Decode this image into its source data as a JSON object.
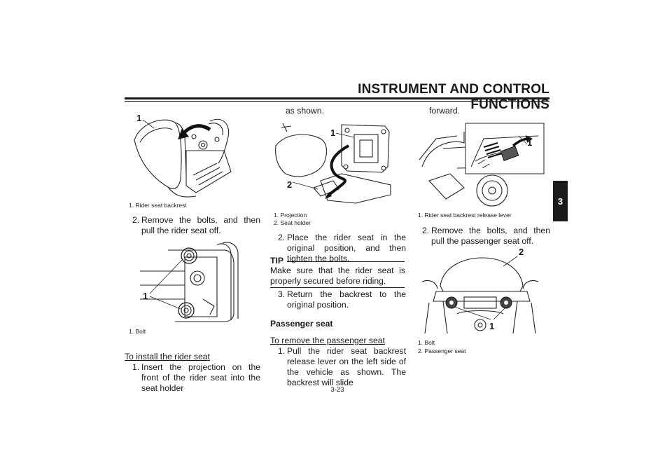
{
  "header": {
    "title": "INSTRUMENT AND CONTROL FUNCTIONS"
  },
  "side_tab": {
    "label": "3"
  },
  "figures": {
    "fig1": {
      "callouts": [
        "1"
      ],
      "caption": "1. Rider seat backrest"
    },
    "fig2": {
      "callouts": [
        "1"
      ],
      "caption": "1. Bolt"
    },
    "fig3": {
      "callouts": [
        "1",
        "2"
      ],
      "captions": [
        "1. Projection",
        "2. Seat holder"
      ]
    },
    "fig4": {
      "callouts": [
        "1"
      ],
      "caption": "1. Rider seat backrest release lever"
    },
    "fig5": {
      "callouts": [
        "2",
        "1"
      ],
      "captions": [
        "1. Bolt",
        "2. Passenger seat"
      ]
    }
  },
  "col1": {
    "step2_num": "2.",
    "step2_text": "Remove the bolts, and then pull the rider seat off.",
    "install_heading": "To install the rider seat",
    "step1_num": "1.",
    "step1_text": "Insert the projection on the front of the rider seat into the seat holder"
  },
  "col2": {
    "cont_text": "as shown.",
    "step2_num": "2.",
    "step2_text": "Place the rider seat in the original position, and then tighten the bolts.",
    "tip_label": "TIP",
    "tip_text": "Make sure that the rider seat is properly secured before riding.",
    "step3_num": "3.",
    "step3_text": "Return the backrest to the original position.",
    "section_heading": "Passenger seat",
    "remove_heading": "To remove the passenger seat",
    "step1_num": "1.",
    "step1_text": "Pull the rider seat backrest release lever on the left side of the vehicle as shown. The backrest will slide"
  },
  "col3": {
    "cont_text": "forward.",
    "step2_num": "2.",
    "step2_text": "Remove the bolts, and then pull the passenger seat off."
  },
  "footer": {
    "page_number": "3-23"
  }
}
